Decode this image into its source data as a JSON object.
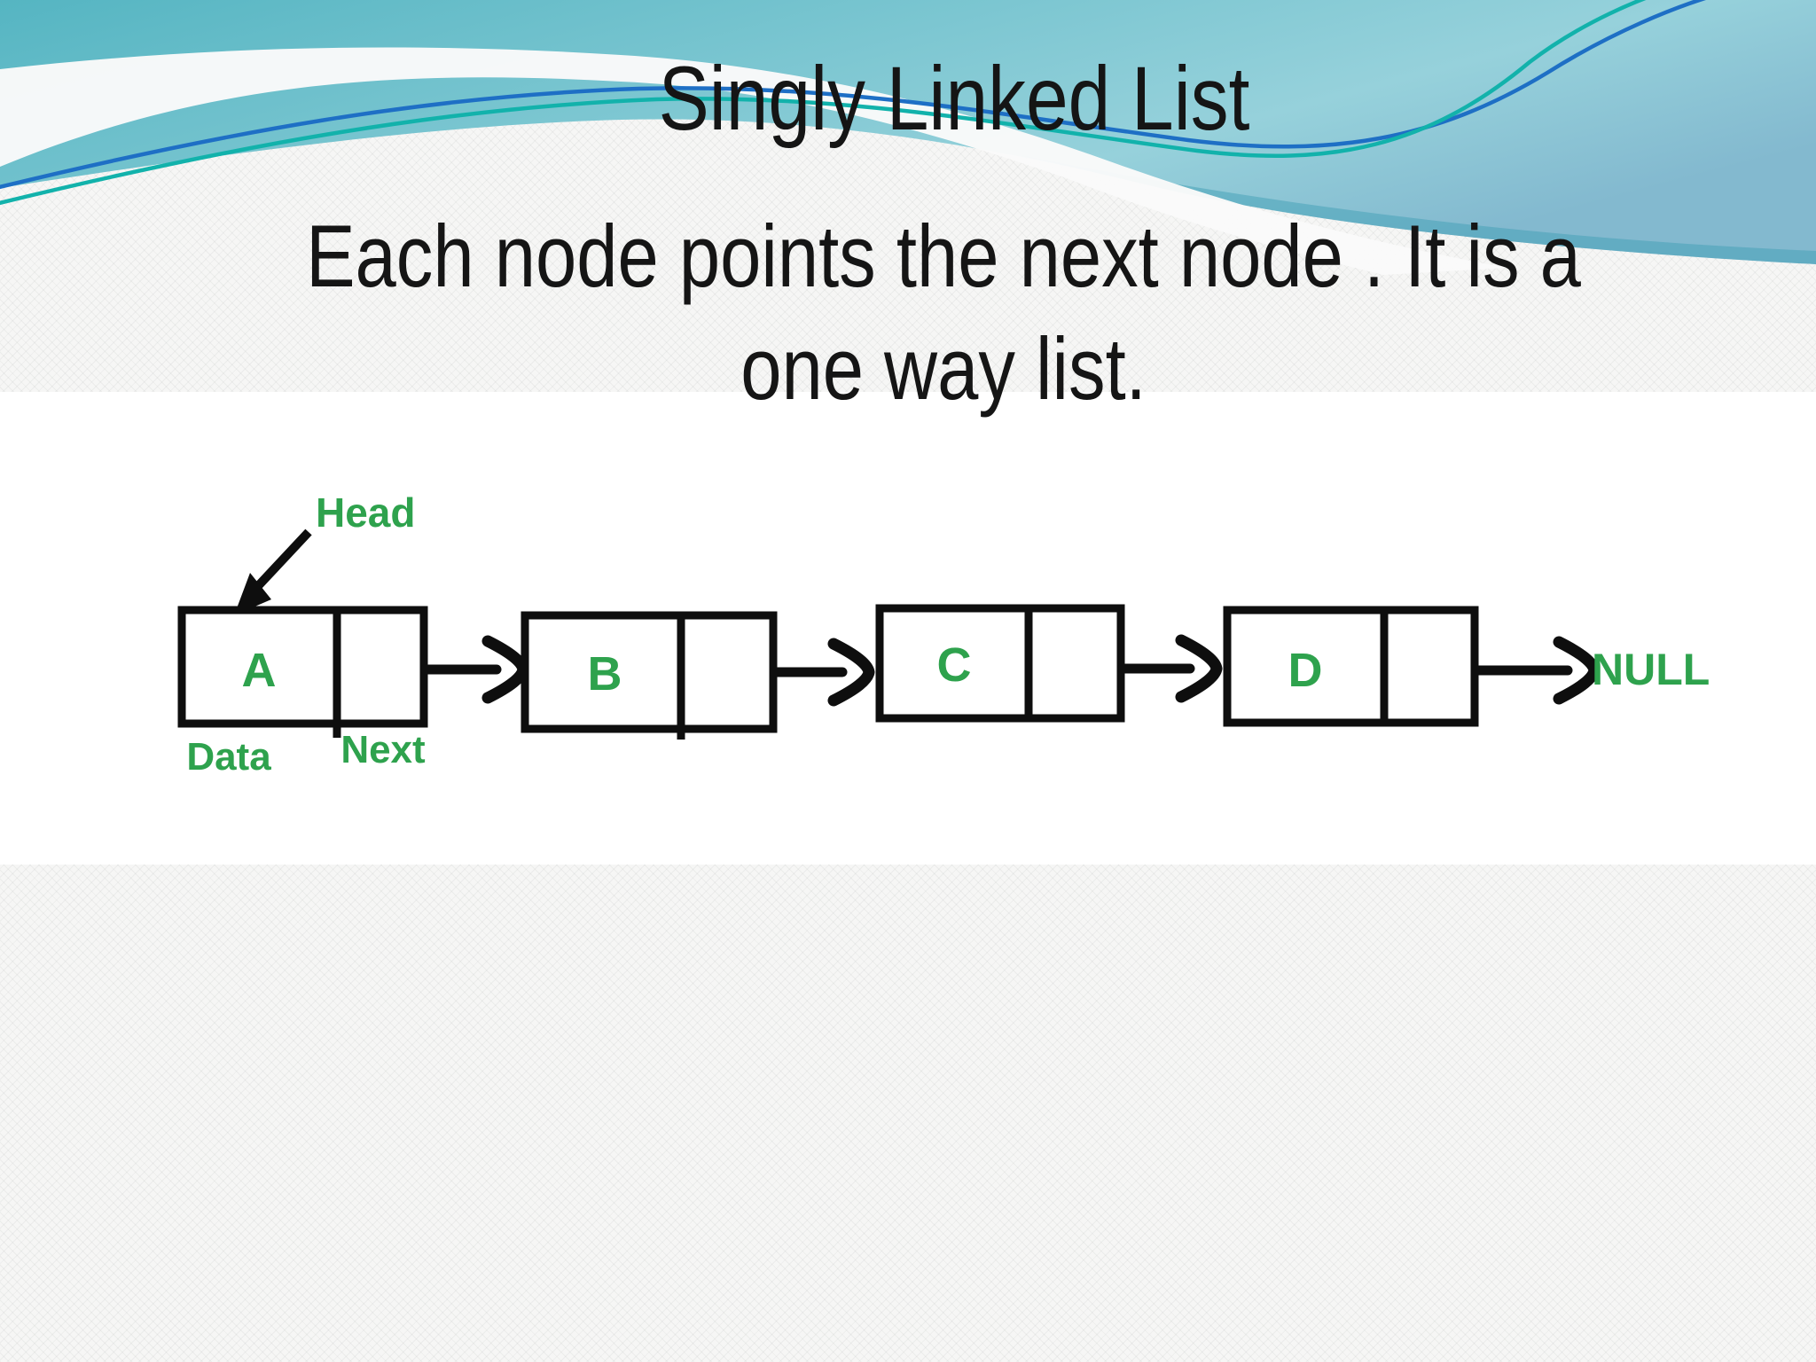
{
  "slide": {
    "title": "Singly Linked List",
    "body_lines": [
      "Each node points the next node . It is a",
      "one way list."
    ]
  },
  "diagram": {
    "head_label": "Head",
    "data_label": "Data",
    "next_label": "Next",
    "null_label": "NULL",
    "nodes": [
      {
        "value": "A"
      },
      {
        "value": "B"
      },
      {
        "value": "C"
      },
      {
        "value": "D"
      }
    ]
  },
  "colors": {
    "label_green": "#2ea24d",
    "diagram_black": "#0e0e0e",
    "thin_line_blue": "#1e6fc5",
    "thin_line_teal": "#12b2ab",
    "banner_teal_dark": "#55b5c2",
    "banner_teal_light": "#9ed5de",
    "diagram_background": "#ffffff"
  }
}
